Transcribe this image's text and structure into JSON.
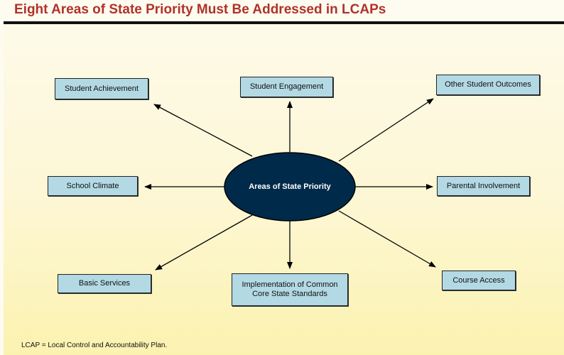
{
  "title": "Eight Areas of State Priority Must Be Addressed in LCAPs",
  "center": "Areas of State Priority",
  "areas": {
    "student_achievement": "Student Achievement",
    "student_engagement": "Student Engagement",
    "other_student_outcomes": "Other Student Outcomes",
    "school_climate": "School Climate",
    "parental_involvement": "Parental Involvement",
    "basic_services": "Basic Services",
    "implementation_line1": "Implementation of Common",
    "implementation_line2": "Core State Standards",
    "course_access": "Course Access"
  },
  "footnote": "LCAP = Local Control and Accountability Plan.",
  "colors": {
    "title": "#b1322a",
    "ellipse": "#002a4a",
    "box": "#b3d9e4"
  }
}
